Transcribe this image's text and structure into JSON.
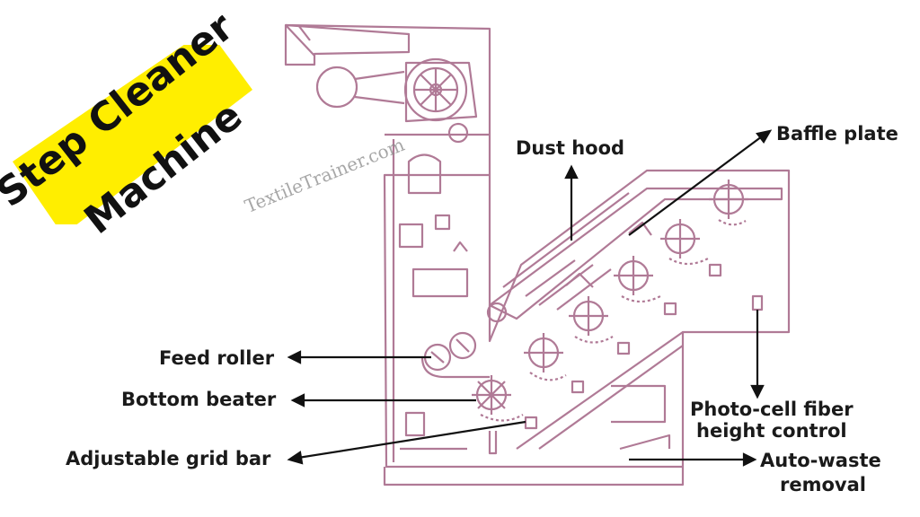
{
  "title": {
    "line1": "Step Cleaner",
    "line2": "Machine",
    "badge_color": "#ffee00"
  },
  "watermark": "TextileTrainer.com",
  "labels": {
    "dust_hood": "Dust hood",
    "baffle_plate": "Baffle plate",
    "feed_roller": "Feed roller",
    "bottom_beater": "Bottom beater",
    "adjustable_grid_bar": "Adjustable grid bar",
    "photo_cell_line1": "Photo-cell fiber",
    "photo_cell_line2": "height control",
    "auto_waste_line1": "Auto-waste",
    "auto_waste_line2": "removal"
  },
  "colors": {
    "machine_outline": "#c48aa8",
    "machine_dark": "#5a3a4a",
    "arrow": "#111111"
  }
}
